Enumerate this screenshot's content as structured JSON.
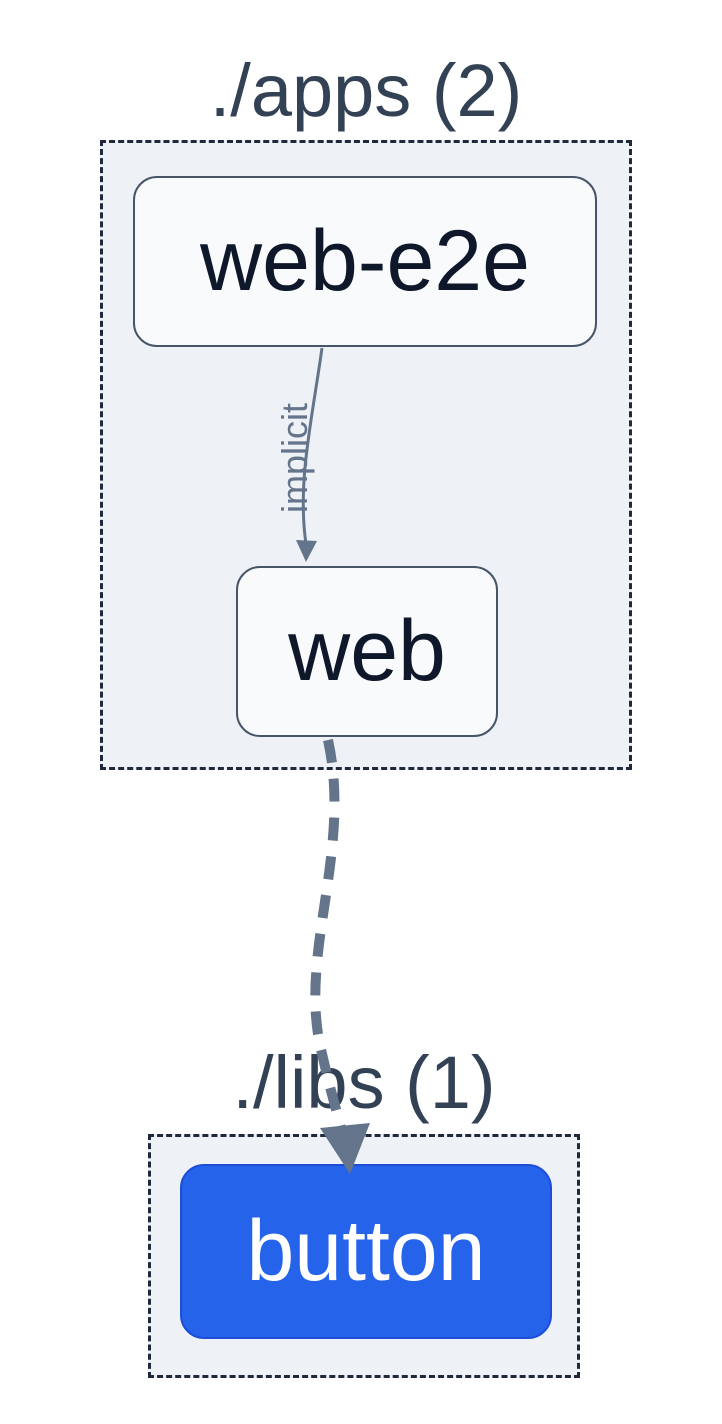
{
  "graph": {
    "clusters": [
      {
        "id": "apps",
        "label": "./apps (2)",
        "node_count": 2
      },
      {
        "id": "libs",
        "label": "./libs (1)",
        "node_count": 1
      }
    ],
    "nodes": [
      {
        "id": "web-e2e",
        "label": "web-e2e",
        "cluster": "apps",
        "accent": false
      },
      {
        "id": "web",
        "label": "web",
        "cluster": "apps",
        "accent": false
      },
      {
        "id": "button",
        "label": "button",
        "cluster": "libs",
        "accent": true
      }
    ],
    "edges": [
      {
        "from": "web-e2e",
        "to": "web",
        "label": "implicit",
        "style": "solid"
      },
      {
        "from": "web",
        "to": "button",
        "label": "",
        "style": "dashed"
      }
    ],
    "colors": {
      "page_background": "#ffffff",
      "cluster_background": "#eef2f7",
      "cluster_border": "#1e293b",
      "node_background": "#f8fafc",
      "node_border": "#475569",
      "node_text": "#0f172a",
      "accent_node_background": "#2563eb",
      "accent_node_border": "#1d4ed8",
      "accent_node_text": "#ffffff",
      "edge": "#64748b",
      "edge_label": "#64748b",
      "cluster_title": "#334155"
    }
  }
}
